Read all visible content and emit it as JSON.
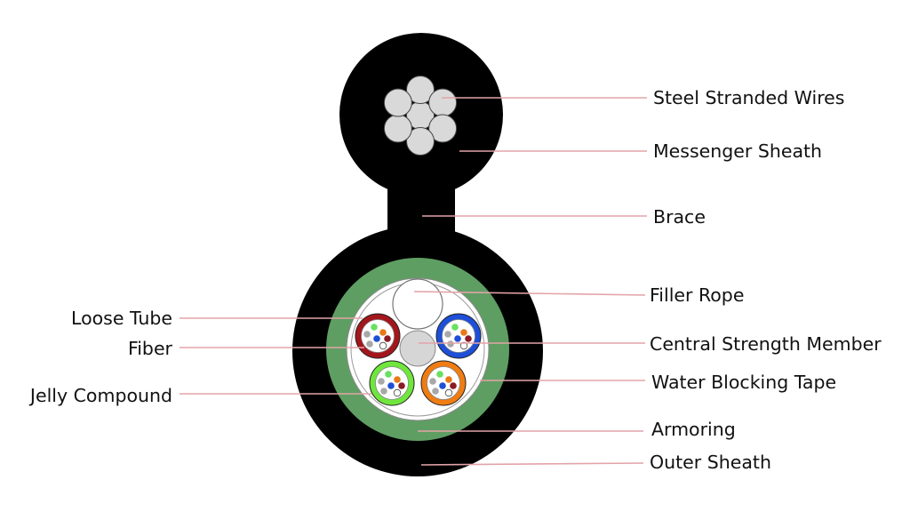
{
  "labels": {
    "steel_stranded_wires": "Steel Stranded Wires",
    "messenger_sheath": "Messenger Sheath",
    "brace": "Brace",
    "filler_rope": "Filler Rope",
    "central_strength_member": "Central Strength Member",
    "water_blocking_tape": "Water Blocking Tape",
    "armoring": "Armoring",
    "outer_sheath": "Outer Sheath",
    "loose_tube": "Loose Tube",
    "fiber": "Fiber",
    "jelly_compound": "Jelly Compound"
  },
  "colors": {
    "sheath": "#000000",
    "armoring": "#5e9e63",
    "steel_wire": "#d9d9d9",
    "filler_rope": "#ffffff",
    "central_member": "#d6d6d6",
    "leader_line": "#e3a3a8",
    "tube_red": "#a3161c",
    "tube_blue": "#1d4fd8",
    "tube_green": "#6fe63c",
    "tube_orange": "#f07c12",
    "fiber_colors": [
      "#69e060",
      "#a8a8a8",
      "#e77a18",
      "#1e4fd6",
      "#8c1a24",
      "#ffffff"
    ]
  }
}
